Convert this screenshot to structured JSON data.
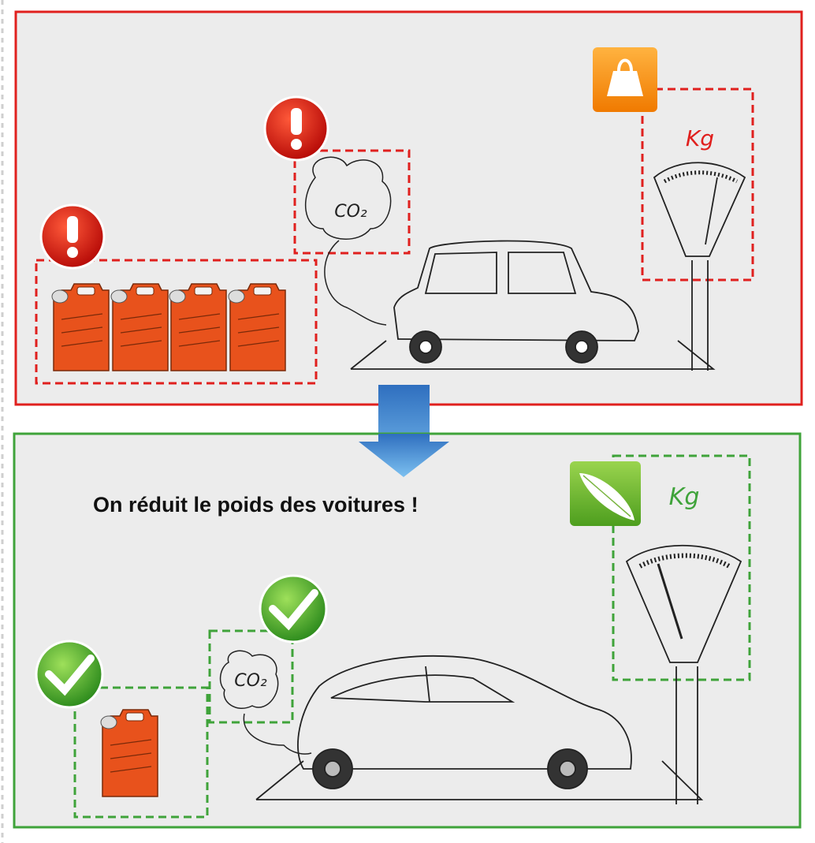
{
  "colors": {
    "before": "#e0201e",
    "after": "#3fa33a",
    "jerrycan": "#e8521c",
    "arrow": "#3a86d0"
  },
  "before": {
    "co2_label": "CO₂",
    "scale_unit": "Kg",
    "icons": [
      "warning-icon",
      "warning-icon",
      "weight-icon"
    ],
    "jerrycan_count": 4
  },
  "after": {
    "caption": "On réduit le poids des voitures !",
    "co2_label": "CO₂",
    "scale_unit": "Kg",
    "icons": [
      "check-icon",
      "check-icon",
      "feather-icon"
    ],
    "jerrycan_count": 1
  }
}
